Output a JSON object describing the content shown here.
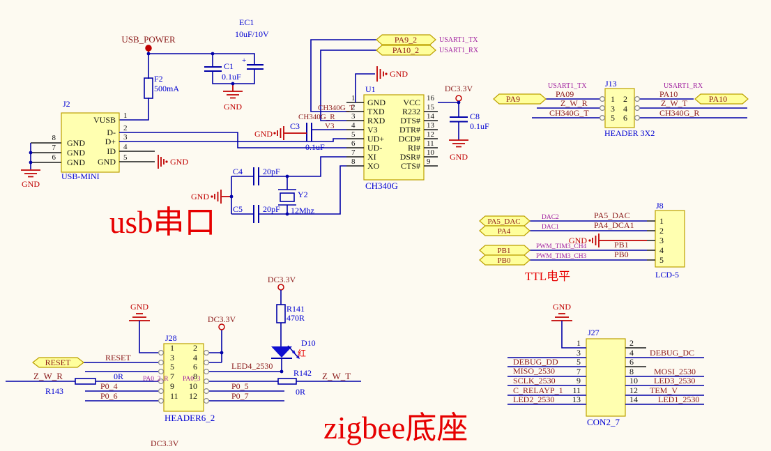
{
  "labels": {
    "gnd": "GND"
  },
  "power": {
    "usb_power": "USB_POWER",
    "dc33": "DC3.3V"
  },
  "big": {
    "usb": "usb串口",
    "zigbee": "zigbee底座",
    "ttl": "TTL电平",
    "red_cn": "红"
  },
  "xref": {
    "tx": "USART1_TX",
    "rx": "USART1_RX"
  },
  "usb": {
    "f2": {
      "ref": "F2",
      "val": "500mA"
    },
    "ec1": {
      "ref": "EC1",
      "val": "10uF/10V",
      "plus": "+"
    },
    "c1": {
      "ref": "C1",
      "val": "0.1uF"
    },
    "c3": {
      "ref": "C3",
      "val": "0.1uF"
    },
    "c4": {
      "ref": "C4",
      "val": "20pF"
    },
    "c5": {
      "ref": "C5",
      "val": "20pF"
    },
    "c8": {
      "ref": "C8",
      "val": "0.1uF"
    },
    "y2": {
      "ref": "Y2",
      "val": "12Mhz"
    },
    "j2": {
      "ref": "J2",
      "type": "USB-MINI",
      "right": [
        "VUSB",
        "D-",
        "D+",
        "ID",
        "GND"
      ],
      "rnums": [
        "1",
        "2",
        "3",
        "4",
        "5"
      ],
      "left": [
        "GND",
        "GND",
        "GND"
      ],
      "lnums": [
        "8",
        "7",
        "6"
      ]
    },
    "u1": {
      "ref": "U1",
      "type": "CH340G",
      "l": [
        "GND",
        "TXD",
        "RXD",
        "V3",
        "UD+",
        "UD-",
        "XI",
        "XO"
      ],
      "ln": [
        "1",
        "2",
        "3",
        "4",
        "5",
        "6",
        "7",
        "8"
      ],
      "r": [
        "VCC",
        "R232",
        "DTS#",
        "DTR#",
        "DCD#",
        "RI#",
        "DSR#",
        "CTS#"
      ],
      "rn": [
        "16",
        "15",
        "14",
        "13",
        "12",
        "11",
        "10",
        "9"
      ]
    },
    "nets": {
      "ch340g_t": "CH340G_T",
      "ch340g_r": "CH340G_R",
      "v3": "V3"
    },
    "ports": {
      "pa9_2": "PA9_2",
      "pa10_2": "PA10_2"
    }
  },
  "j13": {
    "ref": "J13",
    "type": "HEADER 3X2",
    "ln": [
      "1",
      "3",
      "5"
    ],
    "rn": [
      "2",
      "4",
      "6"
    ],
    "lnets": [
      "PA09",
      "Z_W_R",
      "CH340G_T"
    ],
    "rnets": [
      "PA10",
      "Z_W_T",
      "CH340G_R"
    ],
    "lport": "PA9",
    "rport": "PA10"
  },
  "j8": {
    "ref": "J8",
    "type": "LCD-5",
    "nums": [
      "1",
      "2",
      "3",
      "4",
      "5"
    ],
    "ports": [
      "PA5_DAC",
      "PA4",
      "PB1",
      "PB0"
    ],
    "pnets": [
      "DAC2",
      "DAC1",
      "PWM_TIM3_CH4",
      "PWM_TIM3_CH3"
    ],
    "nets": [
      "PA5_DAC",
      "PA4_DCA1",
      "PB1",
      "PB0"
    ]
  },
  "zb": {
    "j28": {
      "ref": "J28",
      "type": "HEADER6_2",
      "ln": [
        "1",
        "3",
        "5",
        "7",
        "9",
        "11"
      ],
      "rn": [
        "2",
        "4",
        "6",
        "8",
        "10",
        "12"
      ],
      "port_reset": "RESET",
      "net_reset": "RESET",
      "z_w_r": "Z_W_R",
      "p0_4": "P0_4",
      "p0_6": "P0_6",
      "led4": "LED4_2530",
      "p0_5": "P0_5",
      "p0_7": "P0_7",
      "pa0_2_r": "PA0_2_R",
      "pa0_3": "PA0_3"
    },
    "r143": {
      "ref": "R143",
      "val": "0R"
    },
    "r141": {
      "ref": "R141",
      "val": "470R"
    },
    "r142": {
      "ref": "R142",
      "val": "0R"
    },
    "d10": {
      "ref": "D10"
    },
    "z_w_t": "Z_W_T",
    "j27": {
      "ref": "J27",
      "type": "CON2_7",
      "ln": [
        "1",
        "3",
        "5",
        "7",
        "9",
        "11",
        "13"
      ],
      "rn": [
        "2",
        "4",
        "6",
        "8",
        "10",
        "12",
        "14"
      ],
      "lnets": [
        "DEBUG_DD",
        "MISO_2530",
        "SCLK_2530",
        "C_RELAYP_1",
        "LED2_2530"
      ],
      "rnets": [
        "DEBUG_DC",
        "MOSI_2530",
        "LED3_2530",
        "TEM_V",
        "LED1_2530"
      ]
    }
  }
}
